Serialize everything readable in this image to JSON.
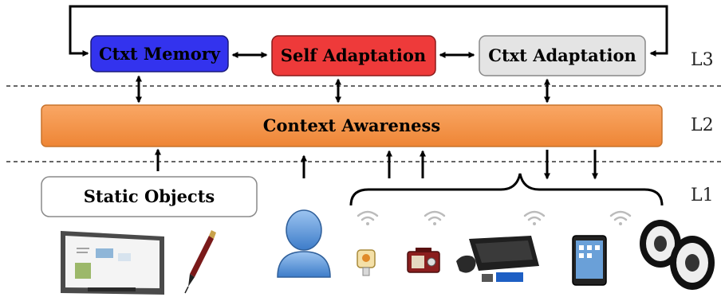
{
  "boxes": {
    "ctxt_memory": {
      "label": "Ctxt Memory",
      "fill": "#3333ee",
      "stroke": "#1a1a7a"
    },
    "self_adaptation": {
      "label": "Self Adaptation",
      "fill": "#ee3a3a",
      "stroke": "#8a1a1a"
    },
    "ctxt_adaptation": {
      "label": "Ctxt Adaptation",
      "fill": "#e4e4e4",
      "stroke": "#888888"
    },
    "context_awareness": {
      "label": "Context Awareness",
      "fill": "#f79646",
      "stroke": "#c8732c"
    },
    "static_objects": {
      "label": "Static Objects",
      "fill": "#ffffff",
      "stroke": "#8a8a8a"
    }
  },
  "layers": {
    "l3": "L3",
    "l2": "L2",
    "l1": "L1"
  },
  "icons": {
    "whiteboard": "interactive-whiteboard-icon",
    "pen": "fountain-pen-icon",
    "person": "person-icon",
    "usb": "usb-device-icon",
    "radio": "radio-icon",
    "console": "game-console-icon",
    "tablet": "tablet-icon",
    "speakers": "speakers-icon",
    "wifi": "wifi-icon"
  }
}
